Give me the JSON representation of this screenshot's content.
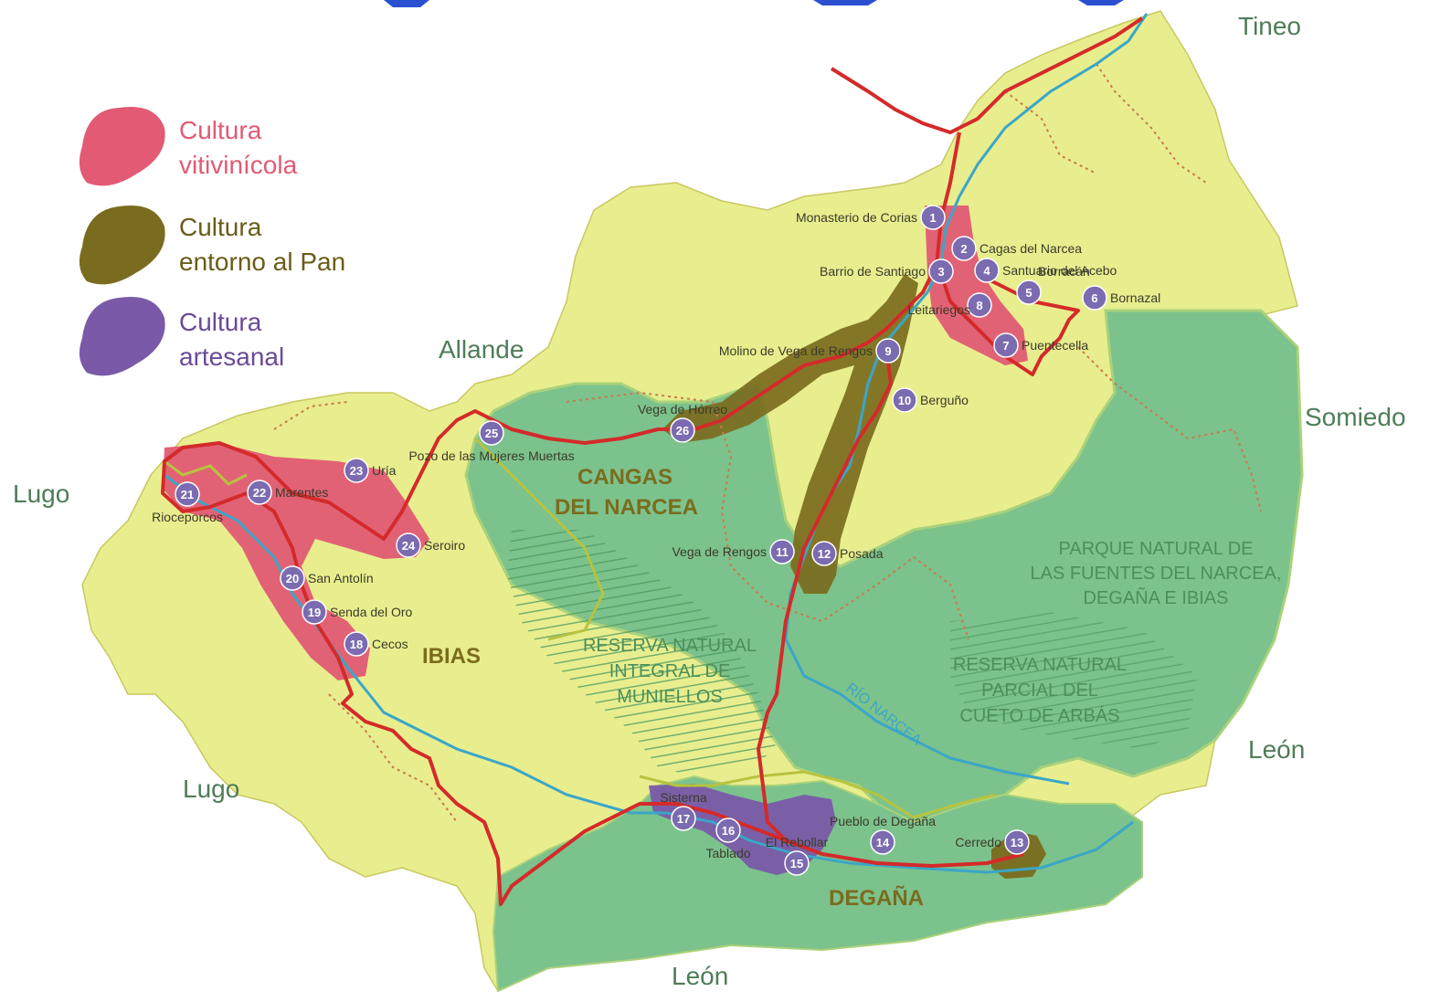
{
  "legend": {
    "items": [
      {
        "line1": "Cultura",
        "line2": "vitivinícola",
        "color": "#e25a74"
      },
      {
        "line1": "Cultura",
        "line2": "entorno al Pan",
        "color": "#7a6c1e"
      },
      {
        "line1": "Cultura",
        "line2": "artesanal",
        "color": "#7a5aa8"
      }
    ]
  },
  "neighbors": {
    "tineo": "Tineo",
    "allande": "Allande",
    "somiedo": "Somiedo",
    "lugo_north": "Lugo",
    "lugo_south": "Lugo",
    "leon_east": "León",
    "leon_south": "León"
  },
  "municipalities": {
    "cangas_1": "CANGAS",
    "cangas_2": "DEL NARCEA",
    "ibias": "IBIAS",
    "degana": "DEGAÑA"
  },
  "protected_areas": {
    "parque_1": "PARQUE NATURAL DE",
    "parque_2": "LAS FUENTES DEL NARCEA,",
    "parque_3": "DEGAÑA E IBIAS",
    "muniellos_1": "RESERVA NATURAL",
    "muniellos_2": "INTEGRAL DE",
    "muniellos_3": "MUNIELLOS",
    "arbas_1": "RESERVA NATURAL",
    "arbas_2": "PARCIAL DEL",
    "arbas_3": "CUETO DE ARBÁS"
  },
  "river": "RÍO NARCEA",
  "colors": {
    "land": "#e8ee8e",
    "protected": "#7cc28c",
    "route": "#d42a2a",
    "river": "#3aa6c8",
    "marker": "#7b6bb0",
    "border": "#c97a4e"
  },
  "sites": [
    {
      "num": "1",
      "name": "Monasterio de Corias"
    },
    {
      "num": "2",
      "name": "Cagas del Narcea"
    },
    {
      "num": "3",
      "name": "Barrio de Santiago"
    },
    {
      "num": "4",
      "name": "Santuario del Acebo"
    },
    {
      "num": "5",
      "name": "Borracán"
    },
    {
      "num": "6",
      "name": "Bornazal"
    },
    {
      "num": "7",
      "name": "Puentecella"
    },
    {
      "num": "8",
      "name": "Leitariegos"
    },
    {
      "num": "9",
      "name": "Molino de Vega de Rengos"
    },
    {
      "num": "10",
      "name": "Berguño"
    },
    {
      "num": "11",
      "name": "Vega de Rengos"
    },
    {
      "num": "12",
      "name": "Posada"
    },
    {
      "num": "13",
      "name": "Cerredo"
    },
    {
      "num": "14",
      "name": "Pueblo de Degaña"
    },
    {
      "num": "15",
      "name": "El Rebollar"
    },
    {
      "num": "16",
      "name": "Tablado"
    },
    {
      "num": "17",
      "name": "Sisterna"
    },
    {
      "num": "18",
      "name": "Cecos"
    },
    {
      "num": "19",
      "name": "Senda del Oro"
    },
    {
      "num": "20",
      "name": "San Antolín"
    },
    {
      "num": "21",
      "name": "Rioceporcos"
    },
    {
      "num": "22",
      "name": "Marentes"
    },
    {
      "num": "23",
      "name": "Uría"
    },
    {
      "num": "24",
      "name": "Seroiro"
    },
    {
      "num": "25",
      "name": "Pozo de las Mujeres Muertas"
    },
    {
      "num": "26",
      "name": "Vega de Hórreo"
    }
  ]
}
